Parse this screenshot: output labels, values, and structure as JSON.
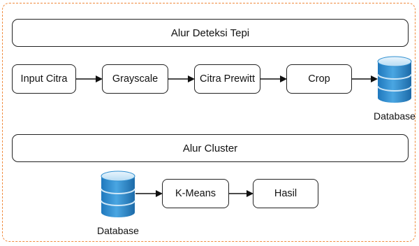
{
  "sections": {
    "edge": {
      "title": "Alur Deteksi Tepi"
    },
    "cluster": {
      "title": "Alur Cluster"
    }
  },
  "edge_flow": {
    "steps": [
      "Input Citra",
      "Grayscale",
      "Citra Prewitt",
      "Crop"
    ],
    "database_label": "Database"
  },
  "cluster_flow": {
    "database_label": "Database",
    "steps": [
      "K-Means",
      "Hasil"
    ]
  },
  "colors": {
    "frame": "#f08a3c",
    "db_top": "#cfe7f7",
    "db_body": "#2f8fd0"
  },
  "icons": {
    "database": "database-icon"
  }
}
